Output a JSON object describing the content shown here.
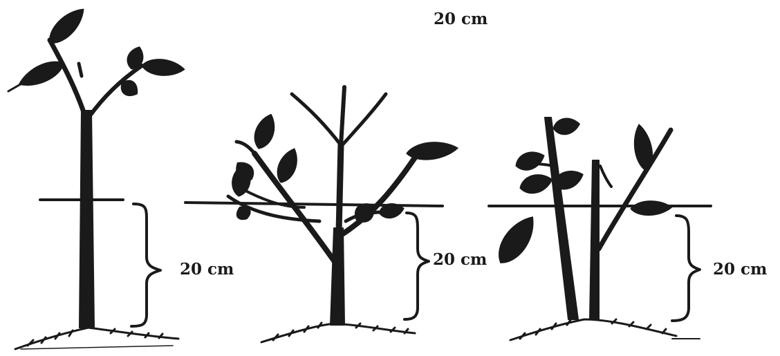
{
  "labels": {
    "top": "20 cm",
    "left": "20 cm",
    "middle": "20 cm",
    "right": "20 cm"
  },
  "colors": {
    "ink": "#1a1a1a",
    "background": "#ffffff"
  }
}
